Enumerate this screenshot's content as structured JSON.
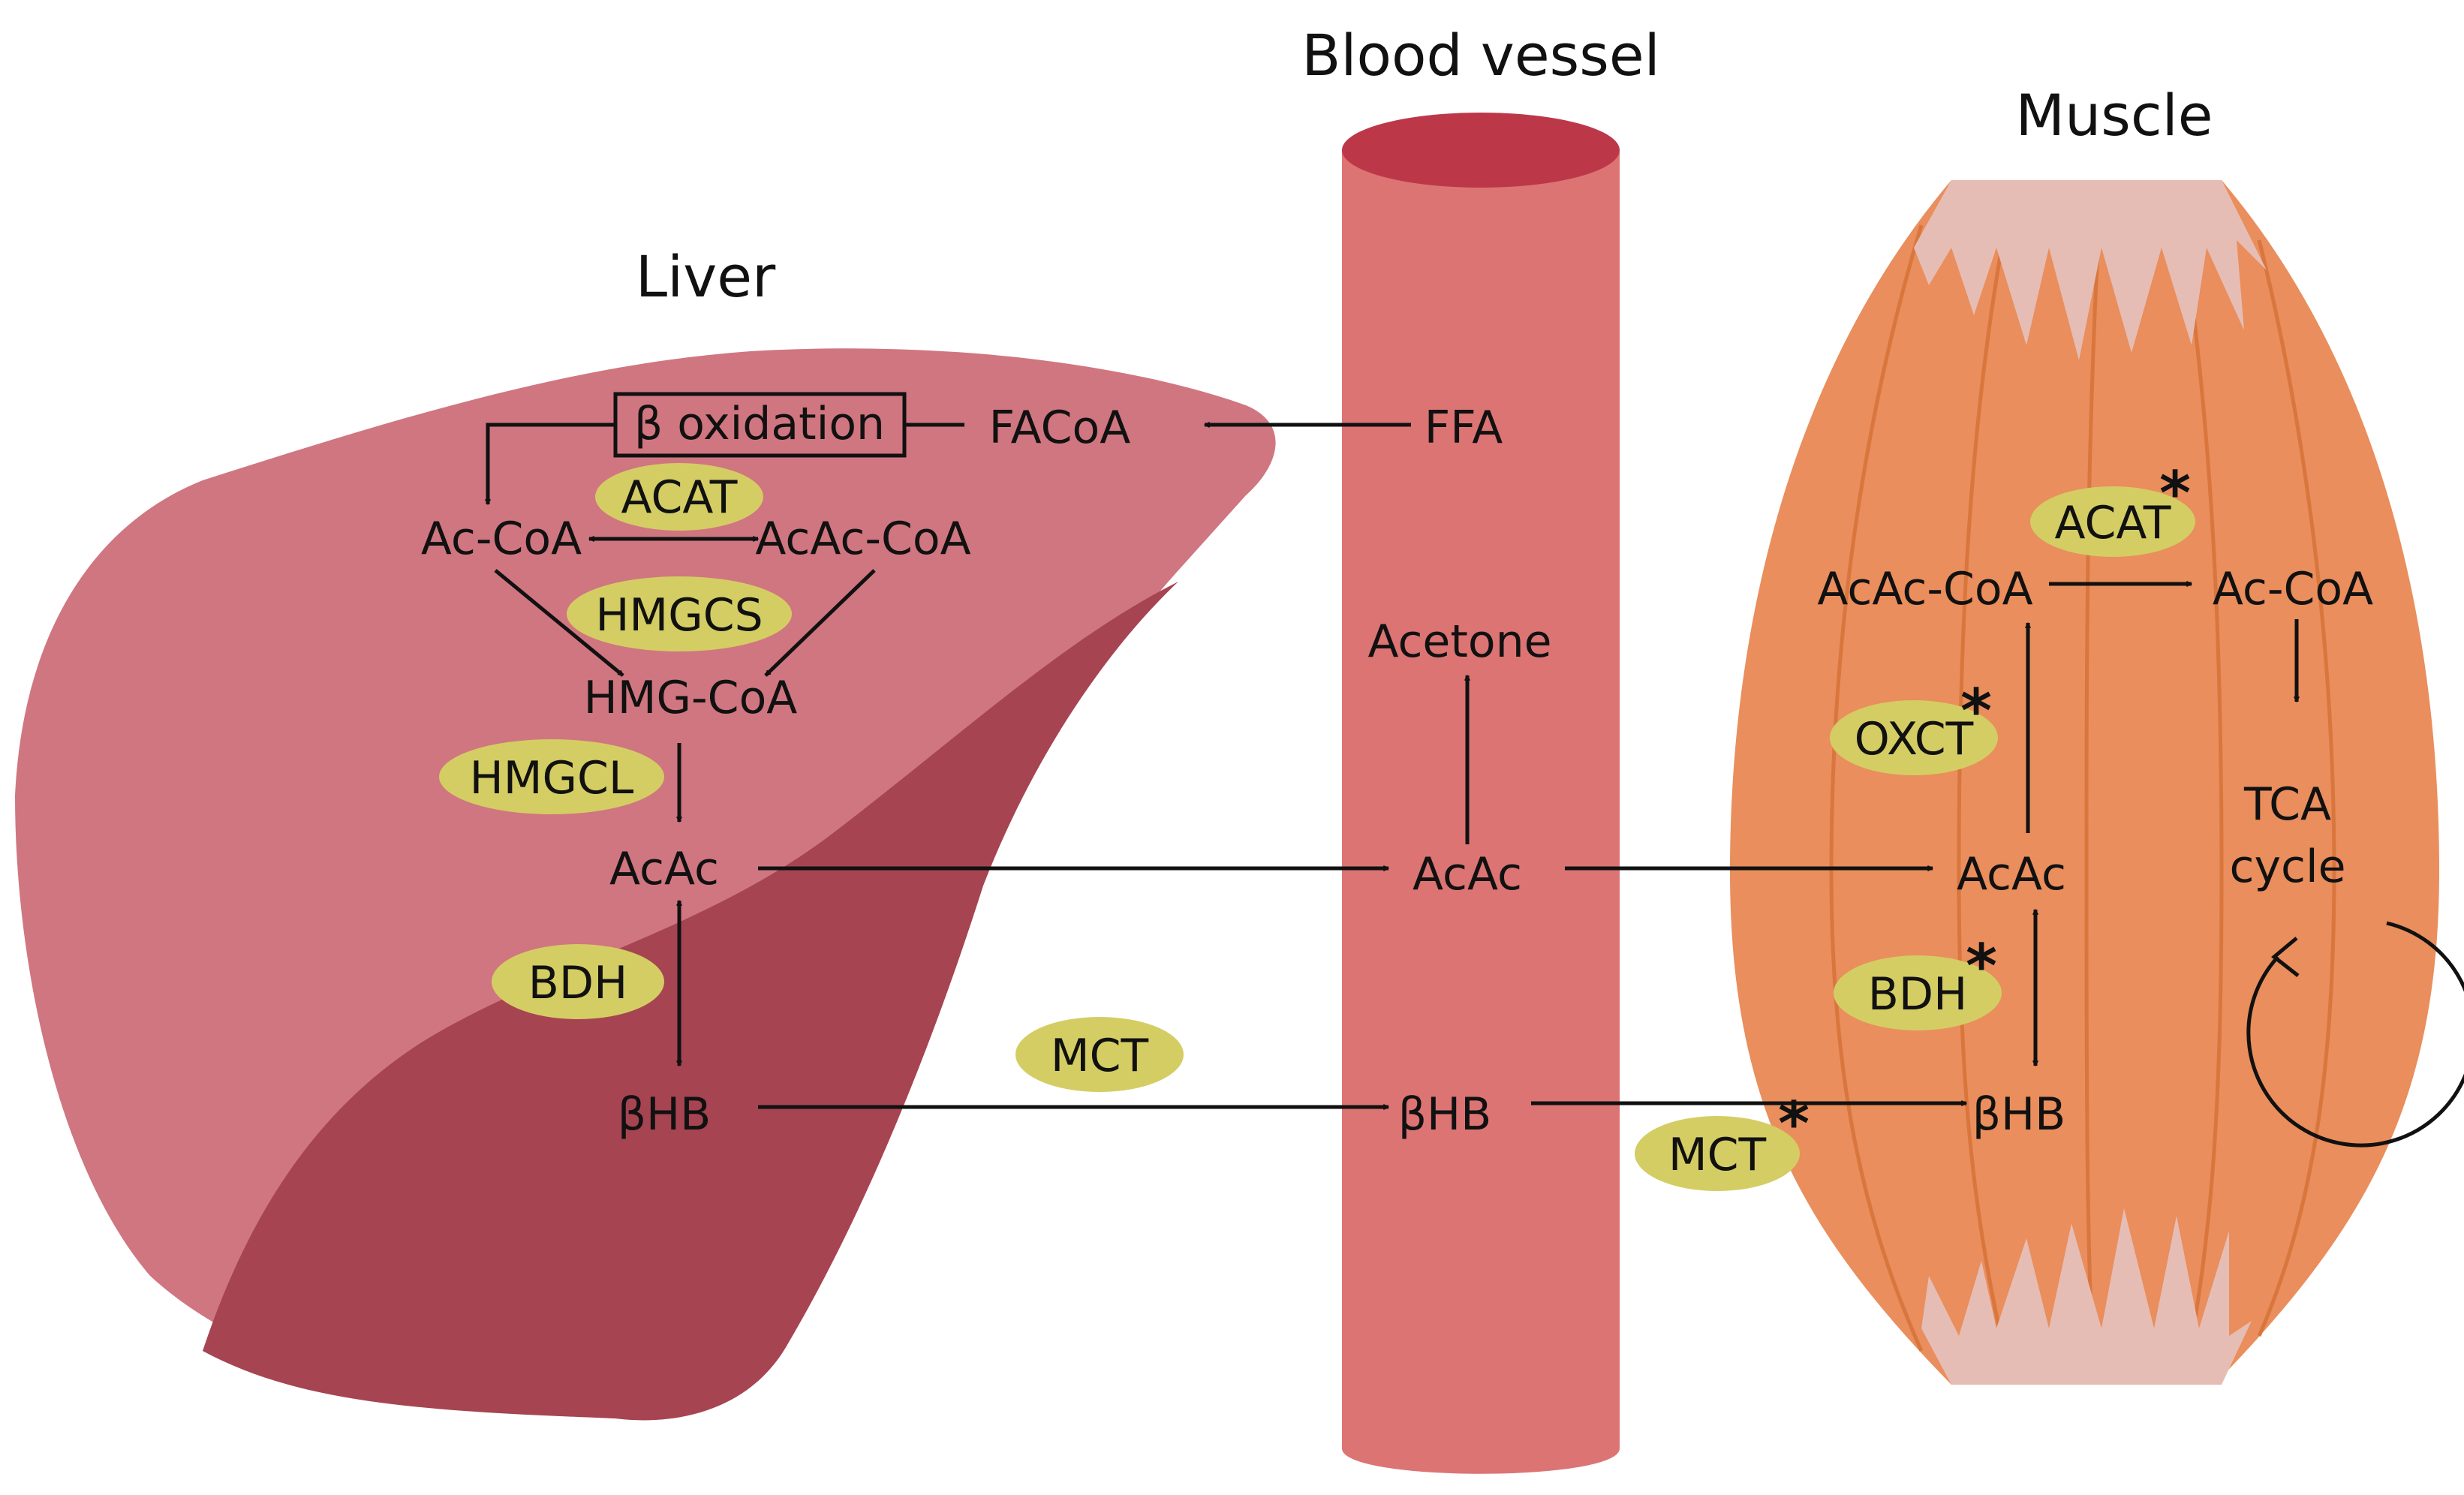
{
  "colors": {
    "liver_light": "#d07680",
    "liver_dark": "#a64452",
    "vessel_body": "#dc7474",
    "vessel_top": "#bc3849",
    "muscle_body": "#e98e5c",
    "muscle_fiber": "#d9763e",
    "tendon": "#e6bdb4",
    "tendon_shade": "#c8a8a4",
    "enzyme": "#d4cd64",
    "ink": "#111111"
  },
  "titles": {
    "liver": "Liver",
    "vessel": "Blood vessel",
    "muscle": "Muscle"
  },
  "liver": {
    "beta_oxidation": "β oxidation",
    "facoa": "FACoA",
    "ac_coa": "Ac-CoA",
    "acac_coa": "AcAc-CoA",
    "hmg_coa": "HMG-CoA",
    "acac": "AcAc",
    "bhb": "βHB",
    "enzymes": {
      "acat": "ACAT",
      "hmgcs": "HMGCS",
      "hmgcl": "HMGCL",
      "bdh": "BDH"
    }
  },
  "vessel": {
    "ffa": "FFA",
    "acetone": "Acetone",
    "acac": "AcAc",
    "bhb": "βHB",
    "mct": "MCT"
  },
  "muscle": {
    "acac_coa": "AcAc-CoA",
    "ac_coa": "Ac-CoA",
    "acac": "AcAc",
    "bhb": "βHB",
    "tca_line1": "TCA",
    "tca_line2": "cycle",
    "mct": "MCT",
    "enzymes": {
      "acat": "ACAT",
      "oxct": "OXCT",
      "bdh": "BDH"
    },
    "asterisk": "*"
  }
}
